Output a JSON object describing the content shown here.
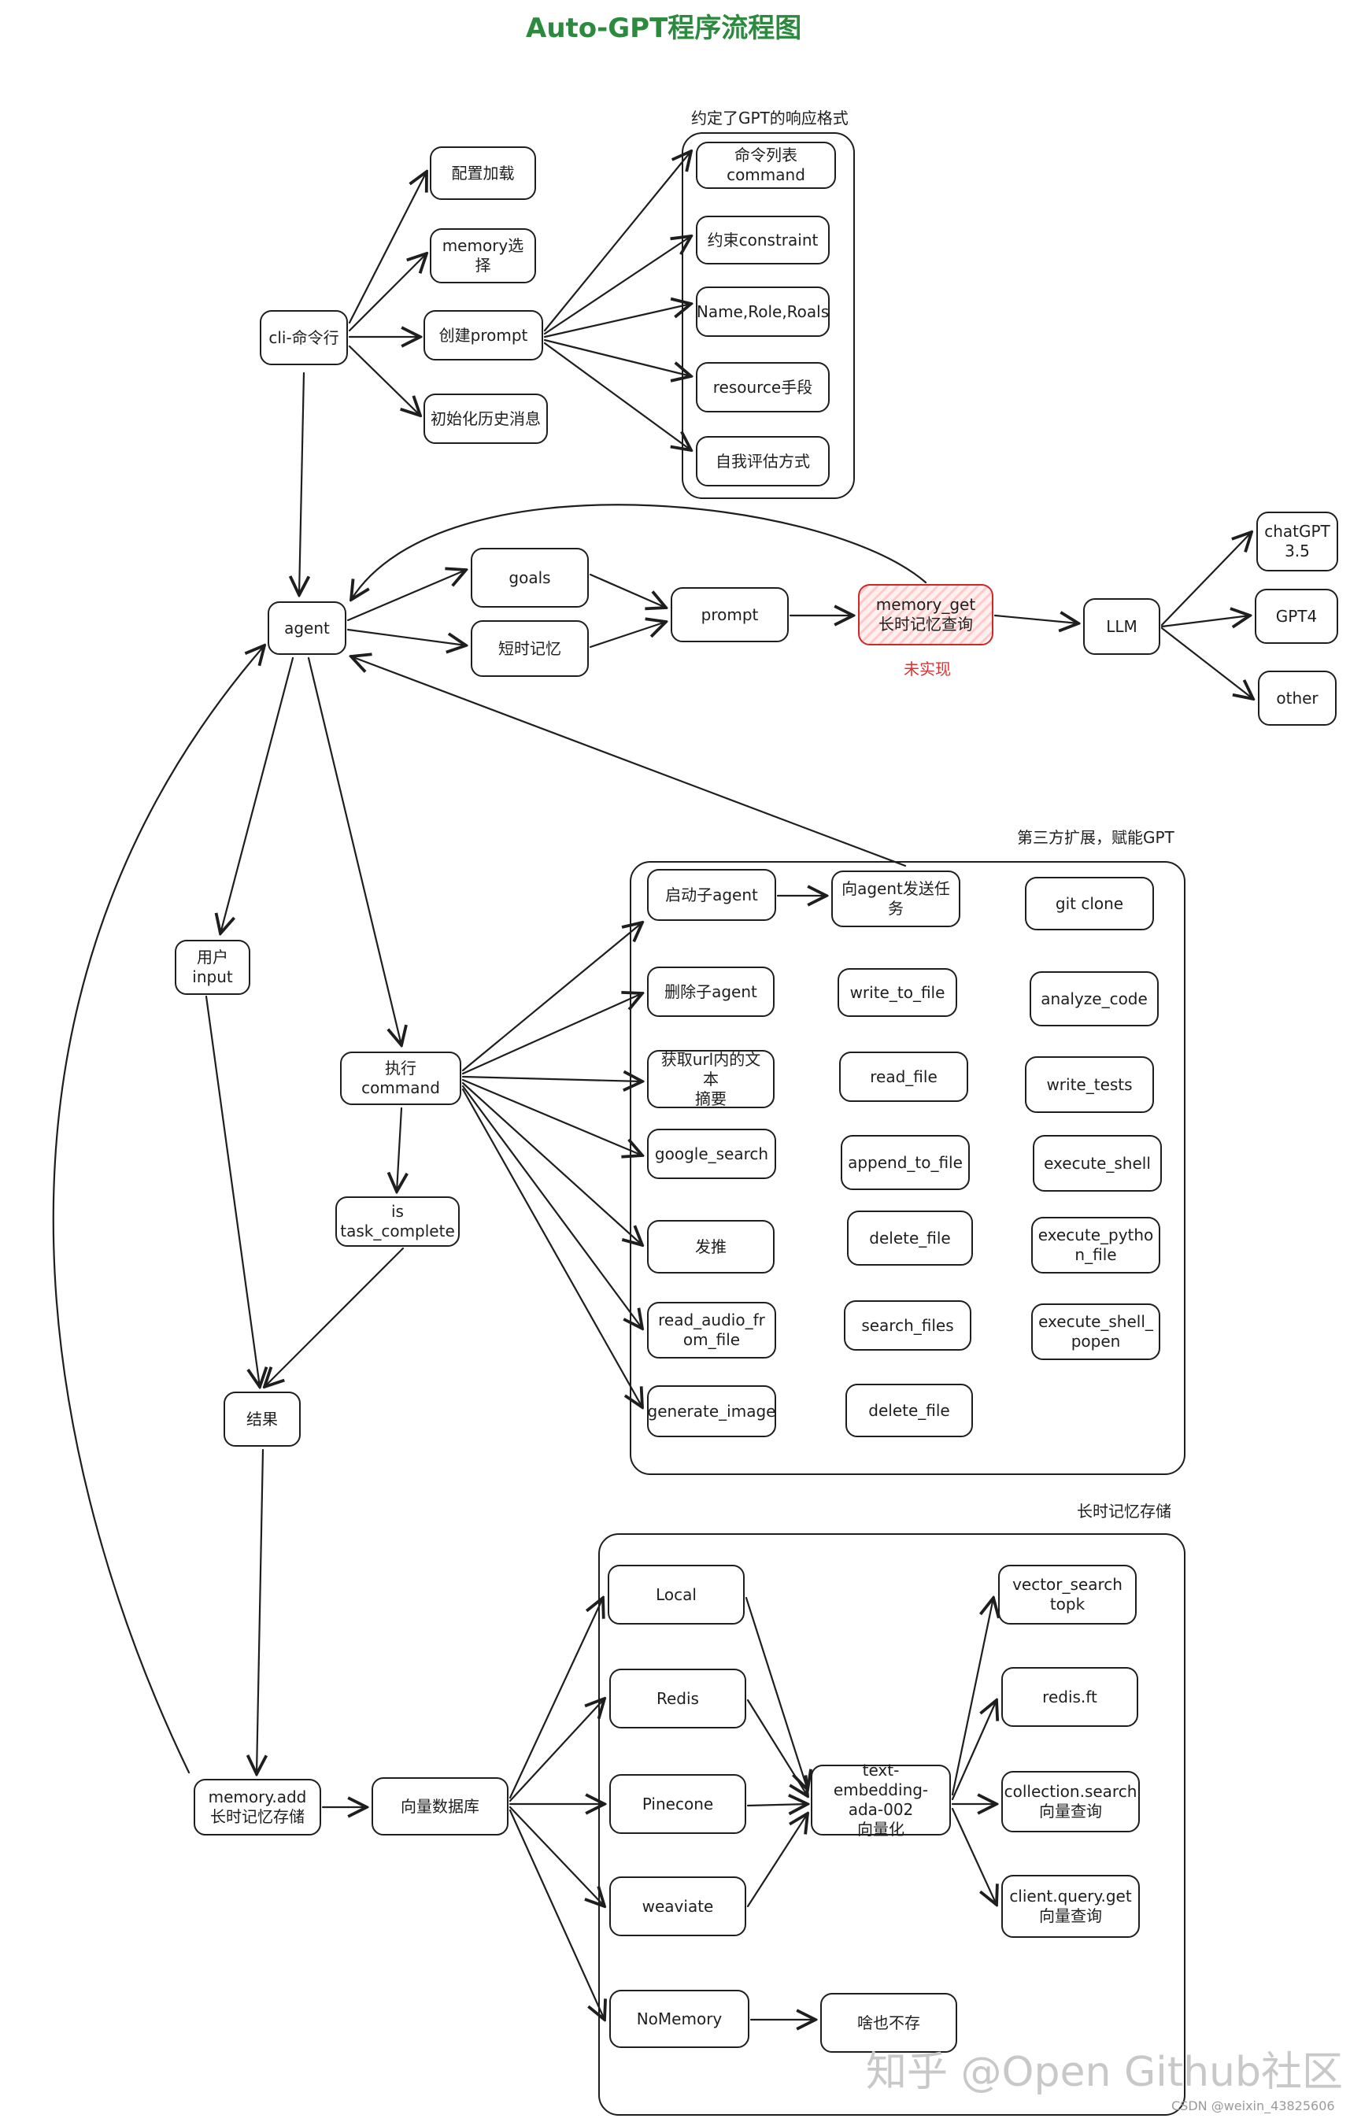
{
  "title": "Auto-GPT程序流程图",
  "groups": {
    "response_format": {
      "caption": "约定了GPT的响应格式"
    },
    "third_party": {
      "caption": "第三方扩展，赋能GPT"
    },
    "long_memory": {
      "caption": "长时记忆存储"
    }
  },
  "nodes": {
    "config_load": "配置加载",
    "memory_select": "memory选择",
    "create_prompt": "创建prompt",
    "init_history": "初始化历史消息",
    "cli": "cli-命令行",
    "cmd_list": "命令列表command",
    "constraint": "约束constraint",
    "name_role": "Name,Role,Roals",
    "resource": "resource手段",
    "self_eval": "自我评估方式",
    "agent": "agent",
    "goals": "goals",
    "short_memory": "短时记忆",
    "prompt": "prompt",
    "memory_get": "memory_get\n长时记忆查询",
    "llm": "LLM",
    "chatgpt": "chatGPT\n3.5",
    "gpt4": "GPT4",
    "other": "other",
    "user_input": "用户input",
    "exec_command": "执行command",
    "is_complete": "is\ntask_complete",
    "result": "结果",
    "start_agent": "启动子agent",
    "send_agent": "向agent发送任\n务",
    "git_clone": "git clone",
    "delete_agent": "删除子agent",
    "write_to_file": "write_to_file",
    "analyze_code": "analyze_code",
    "get_url_text": "获取url内的文本\n摘要",
    "read_file": "read_file",
    "write_tests": "write_tests",
    "google_search": "google_search",
    "append_to_file": "append_to_file",
    "execute_shell": "execute_shell",
    "tweet": "发推",
    "delete_file_1": "delete_file",
    "execute_python_file": "execute_pytho\nn_file",
    "read_audio": "read_audio_fr\nom_file",
    "search_files": "search_files",
    "execute_shell_popen": "execute_shell_\npopen",
    "generate_image": "generate_image",
    "delete_file_2": "delete_file",
    "memory_add": "memory.add\n长时记忆存储",
    "vector_db": "向量数据库",
    "local": "Local",
    "redis": "Redis",
    "pinecone": "Pinecone",
    "weaviate": "weaviate",
    "nomemory": "NoMemory",
    "embedding": "text-embedding-\nada-002\n向量化",
    "vector_search": "vector_search\ntopk",
    "redis_ft": "redis.ft",
    "collection_search": "collection.search\n向量查询",
    "client_query": "client.query.get\n向量查询",
    "store_nothing": "啥也不存"
  },
  "notes": {
    "not_implemented": "未实现"
  },
  "watermark": "知乎 @Open Github社区",
  "credit": "CSDN @weixin_43825606",
  "colors": {
    "title": "#2b8a3e",
    "note": "#e03131",
    "stroke": "#1e1e1e",
    "hatch_fill": "#ffc9c9"
  }
}
